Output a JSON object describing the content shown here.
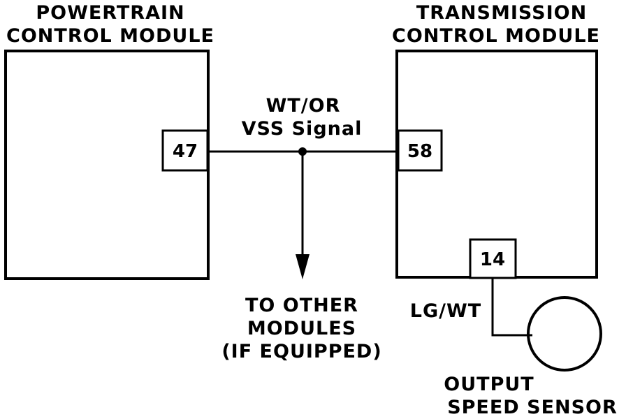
{
  "pcm": {
    "title_line1": "POWERTRAIN",
    "title_line2": "CONTROL MODULE",
    "pin": "47"
  },
  "tcm": {
    "title_line1": "TRANSMISSION",
    "title_line2": "CONTROL MODULE",
    "pin_signal": "58",
    "pin_sensor": "14"
  },
  "vss_wire": {
    "color_code": "WT/OR",
    "signal_name": "VSS Signal"
  },
  "branch": {
    "line1": "TO OTHER",
    "line2": "MODULES",
    "line3": "(IF EQUIPPED)"
  },
  "sensor_wire": {
    "color_code": "LG/WT"
  },
  "sensor": {
    "line1": "OUTPUT",
    "line2": "SPEED SENSOR"
  }
}
